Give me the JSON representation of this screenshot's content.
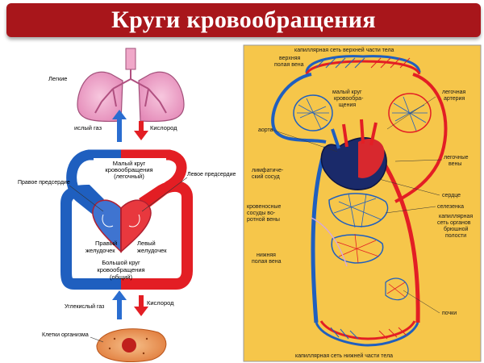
{
  "title": "Круги кровообращения",
  "left": {
    "lungs": "Легкие",
    "co2_top": "ислый газ",
    "oxygen_top": "Кислород",
    "small_circle": [
      "Малый круг",
      "кровообращения",
      "(легочный)"
    ],
    "left_atrium": "Левое предсердие",
    "right_atrium": "Правое предсердие",
    "right_ventricle": [
      "Правый",
      "желудочек"
    ],
    "left_ventricle": [
      "Левый",
      "желудочек"
    ],
    "big_circle": [
      "Большой круг",
      "кровообращения",
      "(общий)"
    ],
    "co2_bottom": "Углекислый газ",
    "oxygen_bottom": "Кислород",
    "cells": "Клетки организма"
  },
  "right": {
    "top_capillary": "капиллярная сеть верхней части тела",
    "superior_vena_cava": [
      "верхняя",
      "полая вена"
    ],
    "small_circle": [
      "малый круг",
      "кровообра-",
      "щения"
    ],
    "pulmonary_artery": [
      "легочная",
      "артерия"
    ],
    "aorta": "аорта",
    "pulmonary_veins": [
      "легочные",
      "вены"
    ],
    "lymph_vessel": [
      "лимфатиче-",
      "ский сосуд"
    ],
    "heart": "сердце",
    "spleen": "селезенка",
    "portal_vessels": [
      "кровеносные",
      "сосуды во-",
      "ротной вены"
    ],
    "abdominal_capillary": [
      "капиллярная",
      "сеть органов",
      "брюшной",
      "полости"
    ],
    "inferior_vena_cava": [
      "нижняя",
      "полая вена"
    ],
    "kidneys": "почки",
    "bottom_capillary": "капиллярная сеть нижней части тела"
  },
  "colors": {
    "title_bg": "#a8161b",
    "artery": "#e31e24",
    "vein": "#1f5fbf",
    "panel_bg": "#f6c64a"
  }
}
